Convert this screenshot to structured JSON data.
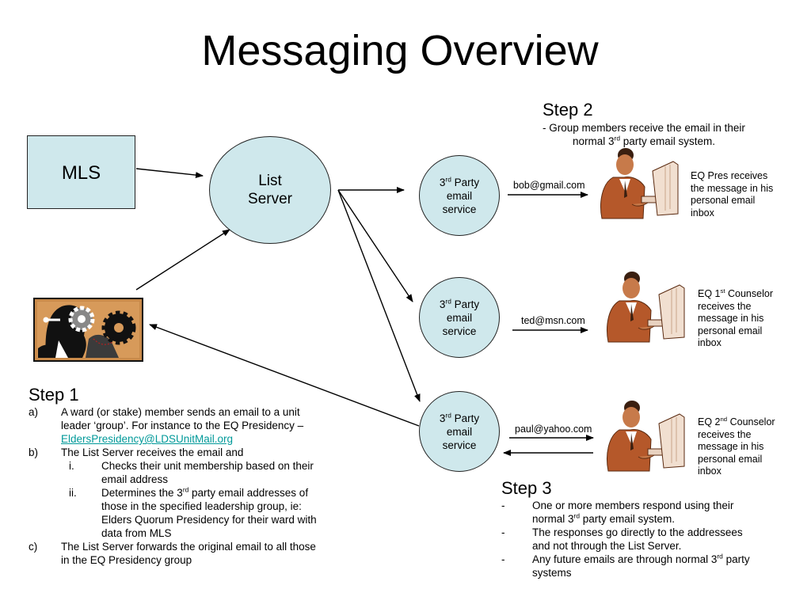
{
  "title": "Messaging Overview",
  "mls": "MLS",
  "list_server": [
    "List",
    "Server"
  ],
  "service": {
    "sup": "rd",
    "num": "3",
    "line1_rest": " Party",
    "line2": "email",
    "line3": "service"
  },
  "emails": [
    "bob@gmail.com",
    "ted@msn.com",
    "paul@yahoo.com"
  ],
  "recipients": [
    {
      "lines": [
        "EQ Pres receives",
        "the message in his",
        "personal email",
        "inbox"
      ]
    },
    {
      "pre": "EQ 1",
      "sup": "st",
      "post": " Counselor",
      "lines": [
        "receives the",
        "message in his",
        "personal email",
        "inbox"
      ]
    },
    {
      "pre": "EQ 2",
      "sup": "nd",
      "post": " Counselor",
      "lines": [
        "receives the",
        "message in his",
        "personal email",
        "inbox"
      ]
    }
  ],
  "step1": {
    "heading": "Step 1",
    "a_marker": "a)",
    "a_line1": "A ward (or stake) member sends an email to a unit",
    "a_line2": "leader ‘group’.   For instance to the EQ Presidency –",
    "a_link": "EldersPresidency@LDSUnitMail.org",
    "b_marker": "b)",
    "b_line1": "The List Server receives the email and",
    "i_marker": "i.",
    "i_line1": "Checks their unit membership based on their",
    "i_line2": "email address",
    "ii_marker": "ii.",
    "ii_line1_pre": "Determines the 3",
    "ii_line1_sup": "rd",
    "ii_line1_post": " party email addresses of",
    "ii_line2": "those in the specified leadership group, ie:",
    "ii_line3": "Elders Quorum Presidency for their ward with",
    "ii_line4": "data from MLS",
    "c_marker": "c)",
    "c_line1": "The List Server forwards the original email to all those",
    "c_line2": "in the EQ Presidency group"
  },
  "step2": {
    "heading": "Step 2",
    "line1": "- Group members receive the email in their",
    "line2_pre": "normal 3",
    "line2_sup": "rd",
    "line2_post": " party email system."
  },
  "step3": {
    "heading": "Step 3",
    "bullet": "-",
    "b1_line1": "One or more members respond using their",
    "b1_line2_pre": "normal 3",
    "b1_line2_sup": "rd",
    "b1_line2_post": " party email system.",
    "b2_line1": "The responses go directly to the addressees",
    "b2_line2": "and not through the List Server.",
    "b3_line1_pre": "Any future emails are through normal 3",
    "b3_line1_sup": "rd",
    "b3_line1_post": " party",
    "b3_line2": "systems"
  },
  "colors": {
    "shape_fill": "#cfe8ec",
    "link": "#009999",
    "clipart_brown": "#b5582a"
  }
}
